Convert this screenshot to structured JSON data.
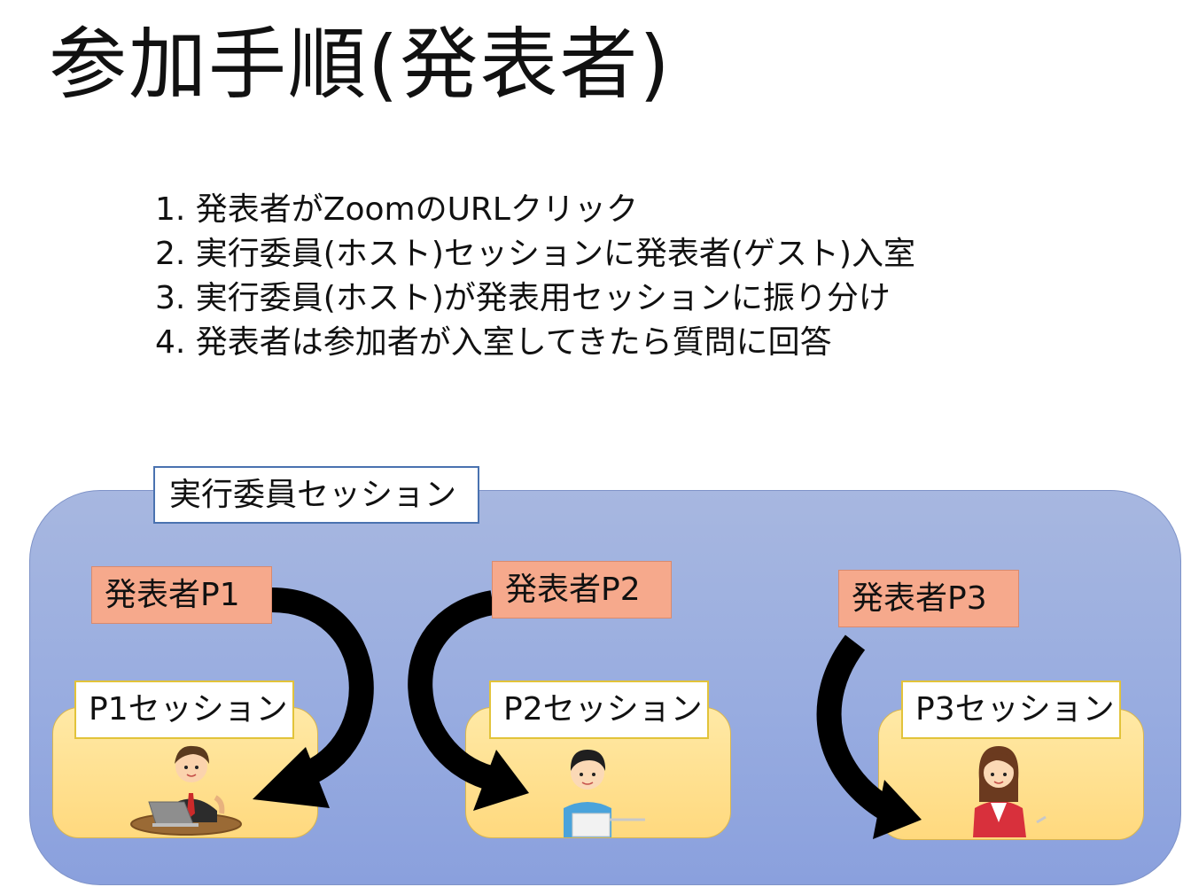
{
  "title": "参加手順(発表者)",
  "steps": [
    "1. 発表者がZoomのURLクリック",
    "2. 実行委員(ホスト)セッションに発表者(ゲスト)入室",
    "3. 実行委員(ホスト)が発表用セッションに振り分け",
    "4. 発表者は参加者が入室してきたら質問に回答"
  ],
  "diagram": {
    "committee_session": "実行委員セッション",
    "presenters": [
      "発表者P1",
      "発表者P2",
      "発表者P3"
    ],
    "sessions": [
      "P1セッション",
      "P2セッション",
      "P3セッション"
    ]
  },
  "colors": {
    "session_area": "#98ace0",
    "presenter_box": "#f6a98c",
    "breakout_room": "#ffd97e",
    "committee_label_border": "#4a72b0",
    "room_label_border": "#e2c33a",
    "arrow": "#000000"
  }
}
